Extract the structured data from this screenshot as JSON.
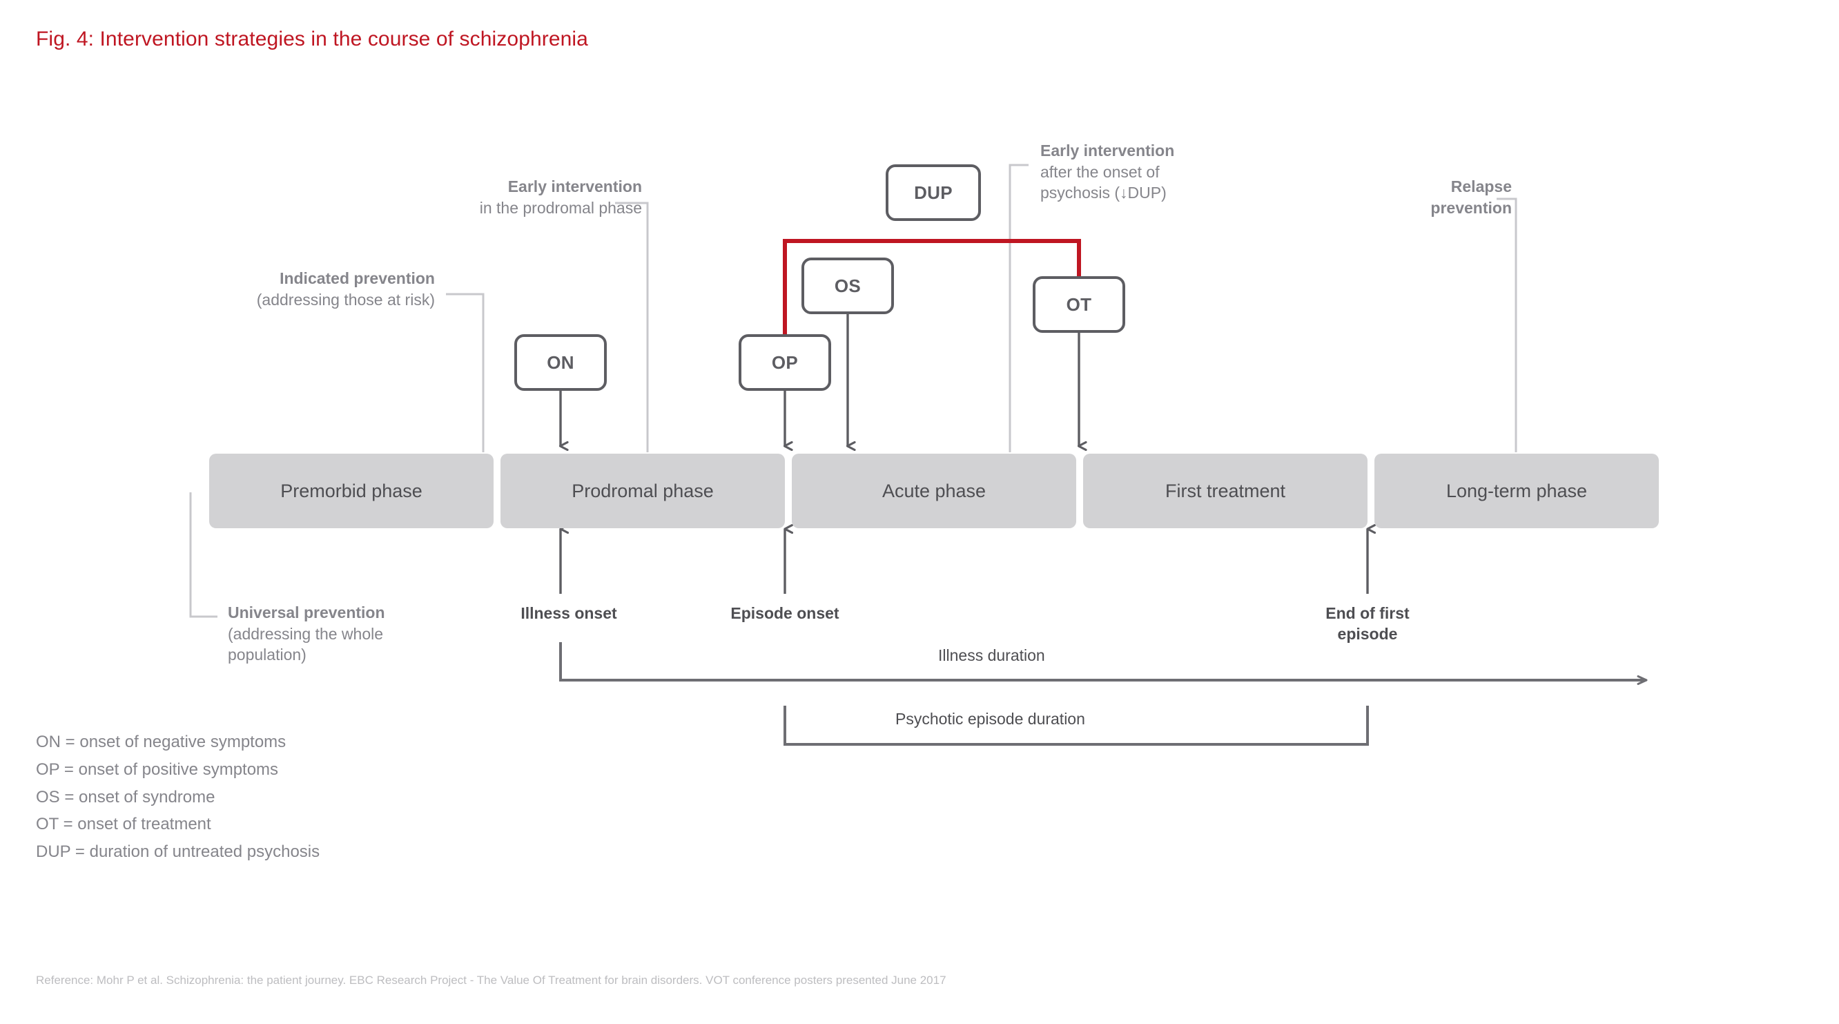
{
  "figure": {
    "title": "Fig. 4: Intervention strategies in the course of schizophrenia",
    "title_color": "#bf1622",
    "accent_color": "#bf1622",
    "phase_bar_color": "#d2d2d4",
    "node_border_color": "#5d5d62",
    "leader_line_color": "#c8c8cc",
    "arrow_color": "#5d5d62"
  },
  "callouts": {
    "early_prodromal": {
      "title": "Early intervention",
      "subtitle": "in the prodromal phase"
    },
    "indicated_prevention": {
      "title": "Indicated prevention",
      "subtitle": "(addressing those at risk)"
    },
    "early_psychosis": {
      "title": "Early intervention",
      "subtitle": "after the onset of\npsychosis (↓DUP)"
    },
    "relapse_prevention": {
      "title": "Relapse",
      "subtitle": "prevention"
    },
    "universal_prevention": {
      "title": "Universal prevention",
      "subtitle": "(addressing the whole\npopulation)"
    }
  },
  "nodes": [
    {
      "id": "on",
      "label": "ON"
    },
    {
      "id": "op",
      "label": "OP"
    },
    {
      "id": "os",
      "label": "OS"
    },
    {
      "id": "ot",
      "label": "OT"
    },
    {
      "id": "dup",
      "label": "DUP"
    }
  ],
  "phases": [
    {
      "id": "premorbid",
      "label": "Premorbid phase"
    },
    {
      "id": "prodromal",
      "label": "Prodromal phase"
    },
    {
      "id": "acute",
      "label": "Acute phase"
    },
    {
      "id": "first-treatment",
      "label": "First treatment"
    },
    {
      "id": "long-term",
      "label": "Long-term phase"
    }
  ],
  "milestones": [
    {
      "id": "illness-onset",
      "label": "Illness onset"
    },
    {
      "id": "episode-onset",
      "label": "Episode onset"
    },
    {
      "id": "end-first-episode",
      "label": "End of first\nepisode"
    }
  ],
  "durations": [
    {
      "id": "illness-duration",
      "label": "Illness duration"
    },
    {
      "id": "psychotic-episode",
      "label": "Psychotic episode duration"
    }
  ],
  "legend": {
    "items": [
      "ON = onset of negative symptoms",
      "OP = onset of positive symptoms",
      "OS = onset of syndrome",
      "OT = onset of treatment",
      "DUP = duration of untreated psychosis"
    ]
  },
  "reference": {
    "text": "Reference: Mohr P et al. Schizophrenia: the patient journey. EBC Research Project - The Value Of Treatment for brain disorders. VOT conference posters presented June 2017"
  }
}
